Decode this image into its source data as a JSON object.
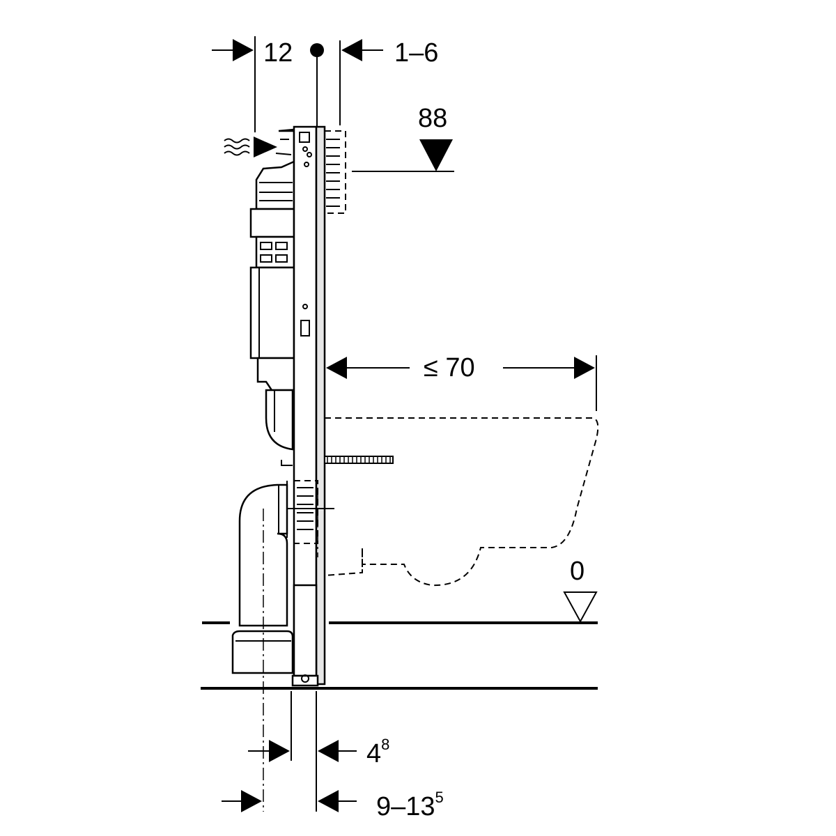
{
  "dimensions": {
    "top_left": "12",
    "top_right": "1–6",
    "flush_height": "88",
    "bowl_projection": "≤ 70",
    "floor_level": "0",
    "pipe_offset_main": "4",
    "pipe_offset_sup": "8",
    "wall_range_main": "9–13",
    "wall_range_sup": "5"
  },
  "colors": {
    "line": "#000000",
    "frame_fill": "#e6e6e6",
    "background": "#ffffff"
  }
}
